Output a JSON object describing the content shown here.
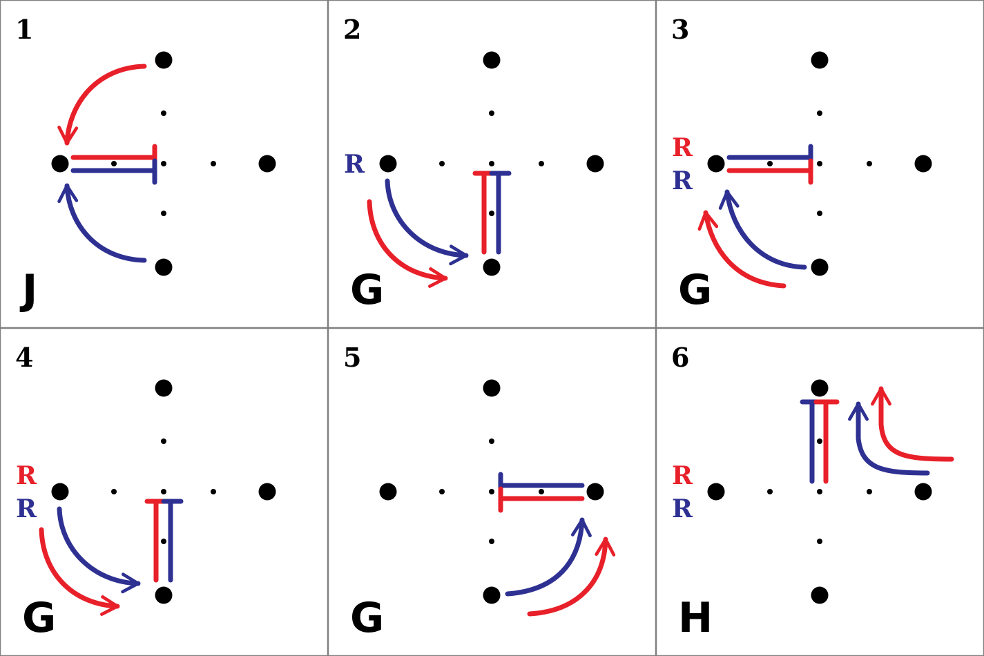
{
  "colors": {
    "red": "#e8202a",
    "blue": "#2e3192",
    "node": "#000000",
    "border": "#808080"
  },
  "panels": [
    {
      "number": "1",
      "letter": "J",
      "labels": []
    },
    {
      "number": "2",
      "letter": "G",
      "labels": [
        {
          "text": "R",
          "color": "blue"
        }
      ]
    },
    {
      "number": "3",
      "letter": "G",
      "labels": [
        {
          "text": "R",
          "color": "red"
        },
        {
          "text": "R",
          "color": "blue"
        }
      ]
    },
    {
      "number": "4",
      "letter": "G",
      "labels": [
        {
          "text": "R",
          "color": "red"
        },
        {
          "text": "R",
          "color": "blue"
        }
      ]
    },
    {
      "number": "5",
      "letter": "G",
      "labels": []
    },
    {
      "number": "6",
      "letter": "H",
      "labels": [
        {
          "text": "R",
          "color": "red"
        },
        {
          "text": "R",
          "color": "blue"
        }
      ]
    }
  ]
}
